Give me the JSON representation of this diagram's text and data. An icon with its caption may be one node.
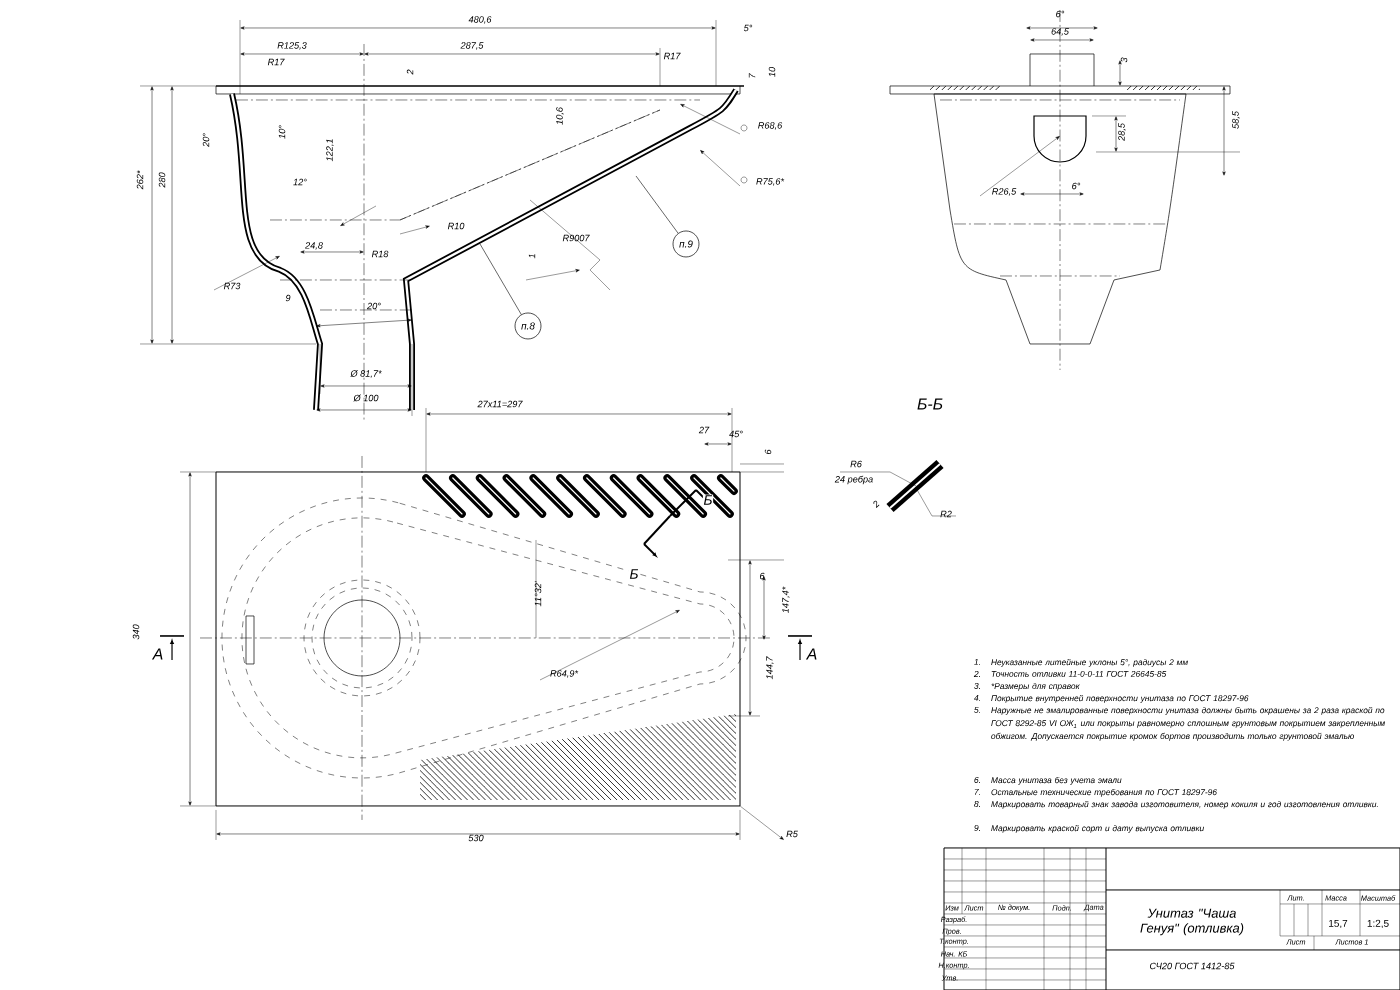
{
  "diagram": {
    "nodes": [
      {
        "text": [
          "п.9"
        ]
      },
      {
        "text": [
          "п.8"
        ]
      }
    ],
    "edges": [
      {
        "from": 0,
        "to": null,
        "arrow": "none"
      },
      {
        "from": 1,
        "to": null,
        "arrow": "none"
      }
    ],
    "labels": [
      "480,6",
      "R125,3",
      "287,5",
      "5°",
      "R17",
      "R17",
      "2",
      "7",
      "10",
      "10,6",
      "122,1",
      "10°",
      "20°",
      "12°",
      "R68,6",
      "R75,6*",
      "262*",
      "280",
      "R10",
      "24,8",
      "R18",
      "R9007",
      "1",
      "R73",
      "9",
      "20°",
      "Ø 81,7*",
      "Ø 100",
      "6°",
      "64,5",
      "3",
      "58,5",
      "28,5",
      "R26,5",
      "6°",
      "Б-Б",
      "27x11=297",
      "27",
      "45°",
      "6",
      "Б",
      "Б",
      "11°32'",
      "6",
      "147,4*",
      "144,7",
      "340",
      "R64,9*",
      "530",
      "R5",
      "A",
      "A",
      "R6",
      "24 ребра",
      "2",
      "R2",
      "1.",
      "Неуказанные литейные уклоны 5°, радиусы 2 мм",
      "2.",
      "Точность отливки 11-0-0-11 ГОСТ 26645-85",
      "3.",
      "*Размеры для справок",
      "4.",
      "Покрытие внутренней поверхности унитаза по ГОСТ 18297-96",
      "5.",
      "Наружные не эмалированные поверхности унитаза должны быть окрашены за 2 раза краской по ГОСТ 8292-85 VI ОЖ$_{1}$ или покрыты равномерно сплошным грунтовым покрытием закрепленным обжигом. Допускается покрытие кромок бортов производить только грунтовой эмалью",
      "6.",
      "Масса унитаза без учета эмали",
      "7.",
      "Остальные технические требования по ГОСТ 18297-96",
      "8.",
      "Маркировать товарный знак завода изготовителя, номер кокиля и год изготовления отливки.",
      "9.",
      "Маркировать краской сорт и дату выпуска отливки",
      "Изм",
      "Лист",
      "№ докум.",
      "Подп.",
      "Дата",
      "Разраб.",
      "Пров.",
      "Т.контр.",
      "Нач. КБ",
      "Н.контр.",
      "Утв.",
      "Унитаз \"Чаша Генуя\" (отливка)",
      "Лит.",
      "Масса",
      "Масштаб",
      "15,7",
      "1:2,5",
      "Лист",
      "Листов 1",
      "СЧ20 ГОСТ 1412-85"
    ]
  }
}
